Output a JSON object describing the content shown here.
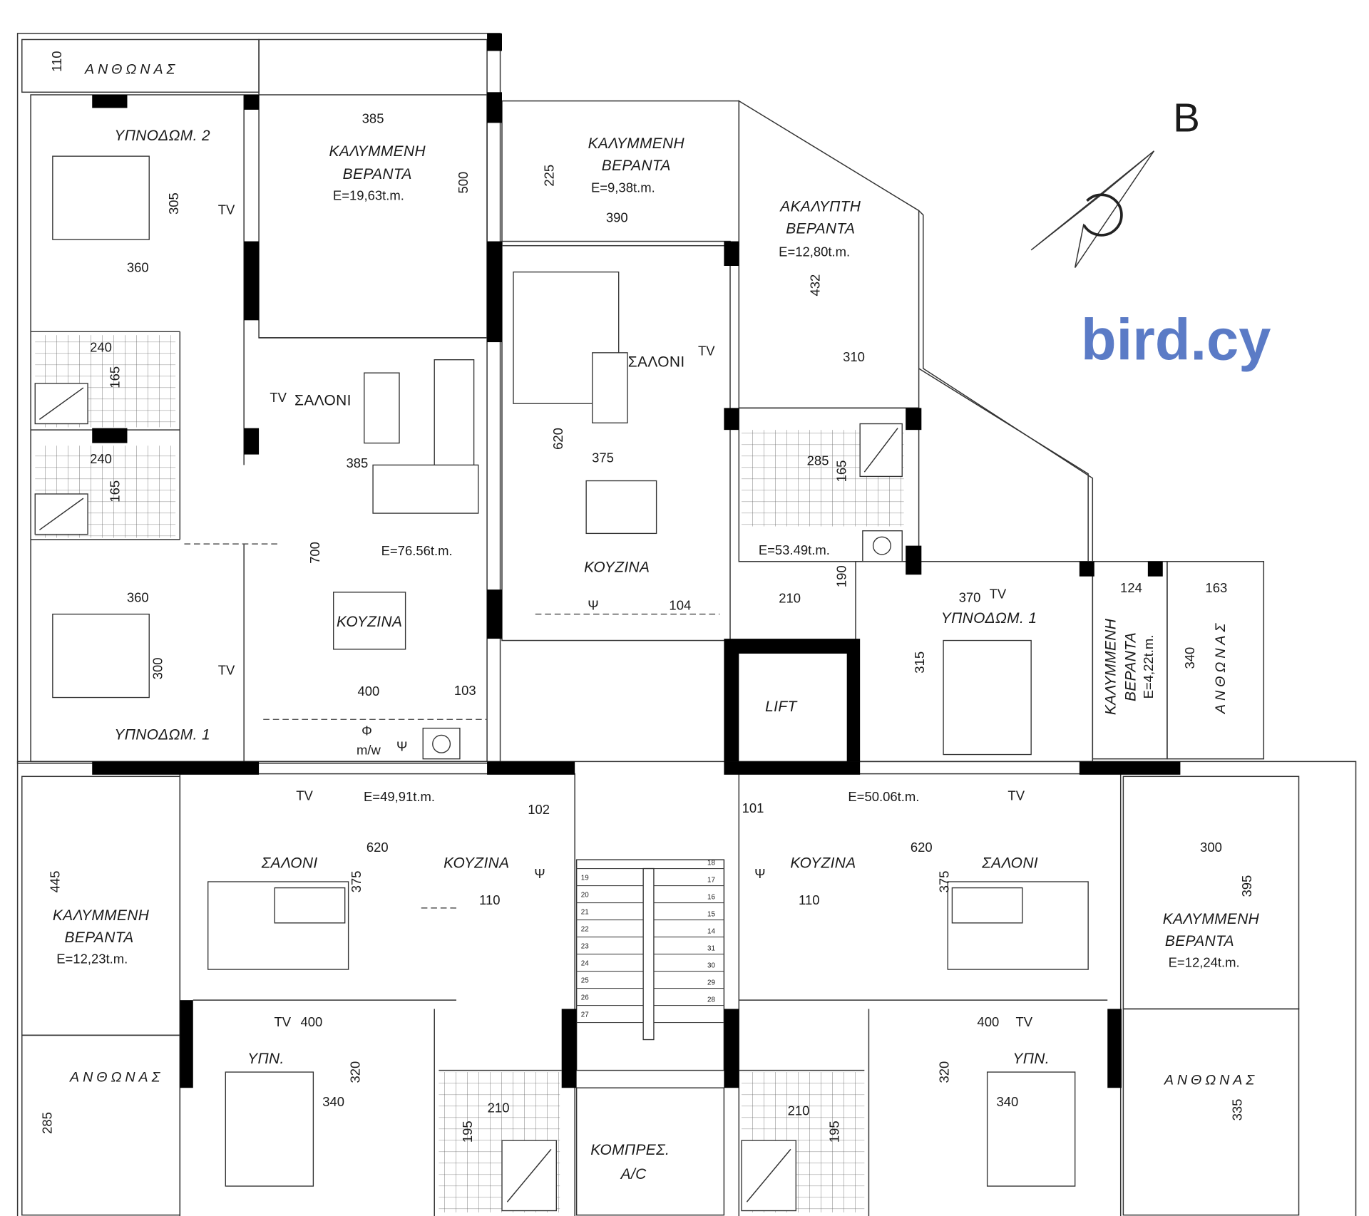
{
  "watermark": "bird.cy",
  "compass": {
    "label": "B"
  },
  "colors": {
    "wall": "#000000",
    "line": "#333333",
    "watermark": "#5b7bc6"
  },
  "top_left_apartment": {
    "flowerbed": "ΑΝΘΩΝΑΣ",
    "flowerbed_dim": "110",
    "bedroom2": "ΥΠΝΟΔΩΜ. 2",
    "bedroom2_h": "305",
    "bedroom2_w": "360",
    "bedroom2_tv": "TV",
    "veranda_l1": "ΚΑΛΥΜΜΕΝΗ",
    "veranda_l2": "ΒΕΡΑΝΤΑ",
    "veranda_area": "E=19,63t.m.",
    "veranda_w": "385",
    "veranda_h": "500",
    "bath1_w": "240",
    "bath1_h": "165",
    "bath2_w": "240",
    "bath2_h": "165",
    "living_tv": "TV",
    "living": "ΣΑΛΟΝΙ",
    "living_w": "385",
    "living_h": "700",
    "area": "E=76.56t.m.",
    "kitchen": "ΚΟΥΖΙΝΑ",
    "kitchen_w": "400",
    "door_no": "103",
    "bedroom1": "ΥΠΝΟΔΩΜ. 1",
    "bedroom1_w": "360",
    "bedroom1_h": "300",
    "bedroom1_tv": "TV",
    "fridge": "Φ",
    "microwave": "m/w",
    "psi": "Ψ"
  },
  "top_right_apartment": {
    "veranda1_l1": "ΚΑΛΥΜΜΕΝΗ",
    "veranda1_l2": "ΒΕΡΑΝΤΑ",
    "veranda1_area": "E=9,38t.m.",
    "veranda1_h": "225",
    "veranda1_w": "390",
    "veranda2_l1": "ΑΚΑΛΥΠΤΗ",
    "veranda2_l2": "ΒΕΡΑΝΤΑ",
    "veranda2_area": "E=12,80t.m.",
    "veranda2_h": "432",
    "veranda2_w": "310",
    "living": "ΣΑΛΟΝΙ",
    "living_tv": "TV",
    "living_h": "620",
    "living_w": "375",
    "kitchen": "ΚΟΥΖΙΝΑ",
    "area": "E=53.49t.m.",
    "bath_w": "285",
    "bath_h": "165",
    "door_no": "104",
    "hall_w": "210",
    "hall_h": "190",
    "psi": "Ψ",
    "bedroom1": "ΥΠΝΟΔΩΜ. 1",
    "bedroom1_w": "370",
    "bedroom1_tv": "TV",
    "bedroom1_h": "315",
    "small_veranda_l1": "ΚΑΛΥΜΜΕΝΗ",
    "small_veranda_l2": "ΒΕΡΑΝΤΑ",
    "small_veranda_area": "E=4,22t.m.",
    "small_veranda_w": "124",
    "flowerbed_w": "163",
    "flowerbed_h": "340",
    "flowerbed": "ΑΝΘΩΝΑΣ"
  },
  "core": {
    "lift": "LIFT",
    "compressor_l1": "ΚΟΜΠΡΕΣ.",
    "compressor_l2": "A/C",
    "stairs_left": [
      "19",
      "20",
      "21",
      "22",
      "23",
      "24",
      "25",
      "26",
      "27"
    ],
    "stairs_right": [
      "18",
      "17",
      "16",
      "15",
      "14",
      "31",
      "30",
      "29",
      "28"
    ]
  },
  "bottom_left_apartment": {
    "tv": "TV",
    "area": "E=49,91t.m.",
    "door_no": "102",
    "width": "620",
    "living": "ΣΑΛΟΝΙ",
    "living_h": "375",
    "kitchen": "ΚΟΥΖΙΝΑ",
    "psi": "Ψ",
    "kitchen_w": "110",
    "veranda_l1": "ΚΑΛΥΜΜΕΝΗ",
    "veranda_l2": "ΒΕΡΑΝΤΑ",
    "veranda_area": "E=12,23t.m.",
    "veranda_h": "445",
    "bedroom_tv": "TV",
    "bedroom_w": "400",
    "bedroom": "ΥΠΝ.",
    "bedroom_h": "320",
    "bedroom_w2": "340",
    "bath_w": "210",
    "bath_h": "195",
    "flowerbed": "ΑΝΘΩΝΑΣ",
    "flowerbed_h": "285"
  },
  "bottom_right_apartment": {
    "door_no": "101",
    "area": "E=50.06t.m.",
    "tv": "TV",
    "width": "620",
    "kitchen": "ΚΟΥΖΙΝΑ",
    "living": "ΣΑΛΟΝΙ",
    "living_h": "375",
    "psi": "Ψ",
    "kitchen_w": "110",
    "veranda_w": "300",
    "veranda_h": "395",
    "veranda_l1": "ΚΑΛΥΜΜΕΝΗ",
    "veranda_l2": "ΒΕΡΑΝΤΑ",
    "veranda_area": "E=12,24t.m.",
    "bedroom_w": "400",
    "bedroom_tv": "TV",
    "bedroom": "ΥΠΝ.",
    "bedroom_h": "320",
    "bedroom_w2": "340",
    "bath_w": "210",
    "bath_h": "195",
    "flowerbed": "ΑΝΘΩΝΑΣ",
    "flowerbed_h": "335"
  }
}
